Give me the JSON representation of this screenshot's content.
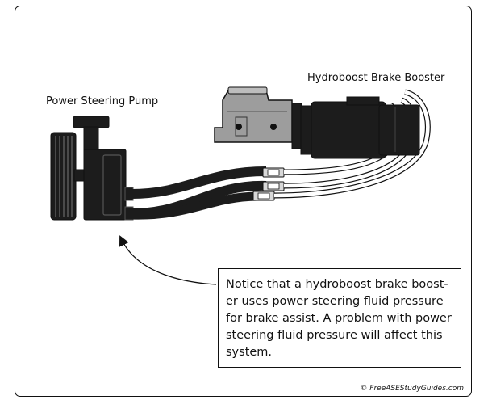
{
  "labels": {
    "pump": "Power Steering Pump",
    "booster": "Hydroboost Brake Booster"
  },
  "note": {
    "lines": [
      "Notice that a hydroboost brake boost-",
      "er uses power steering fluid pressure",
      "for brake assist. A problem with power",
      "steering fluid pressure will affect this",
      "system."
    ]
  },
  "credit": "© FreeASEStudyGuides.com",
  "colors": {
    "outline": "#111111",
    "component_dark": "#1c1c1c",
    "master_cylinder": "#9d9d9d",
    "fitting": "#d8d8d8"
  }
}
